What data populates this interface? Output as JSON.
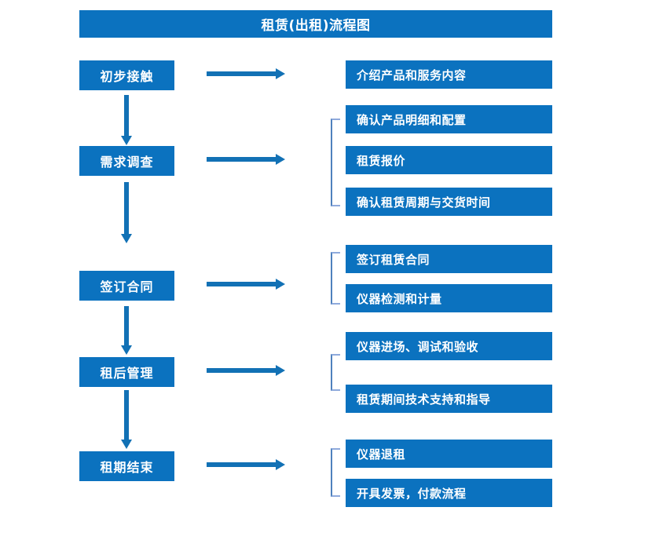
{
  "header": {
    "title": "租赁(出租)流程图",
    "bar_color": "#0b72bf"
  },
  "colors": {
    "box_fill": "#0b72bf",
    "box_text": "#ffffff",
    "arrow": "#1271b5",
    "bracket": "#4f81bd",
    "background": "#ffffff"
  },
  "icons": {
    "arrow_right": "arrow-right-icon",
    "arrow_down": "arrow-down-icon",
    "bracket": "bracket-icon"
  },
  "flow": {
    "stages": [
      {
        "label": "初步接触",
        "details": [
          "介绍产品和服务内容"
        ],
        "has_bracket": false,
        "has_down_arrow": true
      },
      {
        "label": "需求调查",
        "details": [
          "确认产品明细和配置",
          "租赁报价",
          "确认租赁周期与交货时间"
        ],
        "has_bracket": true,
        "has_down_arrow": true
      },
      {
        "label": "签订合同",
        "details": [
          "签订租赁合同",
          "仪器检测和计量"
        ],
        "has_bracket": true,
        "has_down_arrow": true
      },
      {
        "label": "租后管理",
        "details": [
          "仪器进场、调试和验收",
          "租赁期间技术支持和指导"
        ],
        "has_bracket": true,
        "has_down_arrow": true
      },
      {
        "label": "租期结束",
        "details": [
          "仪器退租",
          "开具发票，付款流程"
        ],
        "has_bracket": true,
        "has_down_arrow": false
      }
    ]
  }
}
